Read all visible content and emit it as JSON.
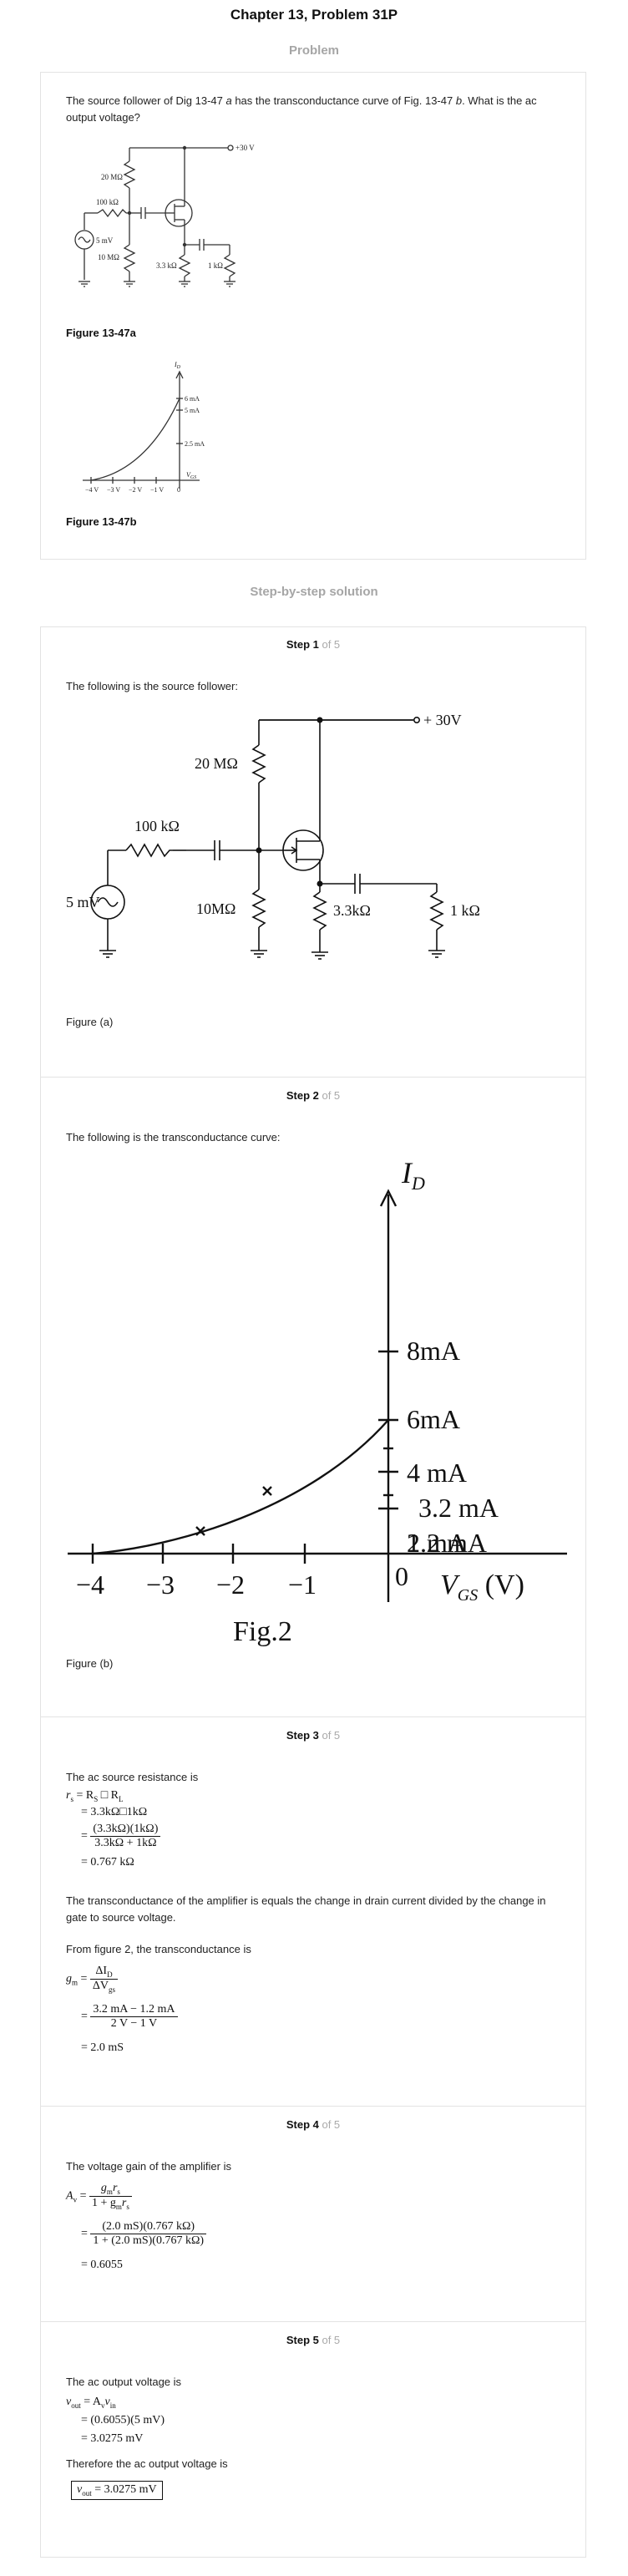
{
  "header": {
    "title": "Chapter 13, Problem 31P",
    "problem_label": "Problem"
  },
  "problem": {
    "text_parts": [
      "The source follower of Dig 13-47 ",
      "a",
      " has the transconductance curve of Fig. 13-47 ",
      "b",
      ". What is the ac output voltage?"
    ],
    "fig_a": {
      "caption": "Figure 13-47a",
      "labels": {
        "vdd": "+30 V",
        "r_top": "20 MΩ",
        "r_src": "100 kΩ",
        "r_bot": "10 MΩ",
        "vin": "5 mV",
        "r_s": "3.3 kΩ",
        "r_l": "1 kΩ"
      }
    },
    "fig_b": {
      "caption": "Figure 13-47b",
      "labels": {
        "id": "I",
        "id_sub": "D",
        "i1": "6 mA",
        "i2": "5 mA",
        "i3": "2.5 mA",
        "vgs": "V",
        "vgs_sub": "GS"
      },
      "ticks": [
        "−4 V",
        "−3 V",
        "−2 V",
        "−1 V",
        "0"
      ]
    }
  },
  "solution_label": "Step-by-step solution",
  "steps": [
    {
      "step": "Step 1",
      "of": " of 5",
      "text": "The following is the source follower:",
      "figure": {
        "vdd": "+ 30V",
        "r_top": "20 MΩ",
        "r_src": "100 kΩ",
        "vin": "5 mV",
        "r_bot": "10MΩ",
        "r_s": "3.3kΩ",
        "r_l": "1 kΩ"
      },
      "caption": "Figure (a)"
    },
    {
      "step": "Step 2",
      "of": " of 5",
      "text": "The following is the transconductance curve:",
      "figure": {
        "y_label": "I",
        "y_sub": "D",
        "current_labels": [
          "8mA",
          "6mA",
          "4 mA",
          "3.2 mA",
          "2 mA",
          "1.2 mA"
        ],
        "x_ticks": [
          "−4",
          "−3",
          "−2",
          "−1",
          "0"
        ],
        "x_label": "V",
        "x_sub": "GS",
        "x_unit": " (V)",
        "fig_title": "Fig.2"
      },
      "caption": "Figure (b)"
    },
    {
      "step": "Step 3",
      "of": " of 5",
      "text1": "The ac source resistance is",
      "eq1": {
        "lhs": "r",
        "lhs_sub": "s",
        "l1_rhs": " = R",
        "l1_s": "S",
        "l1_mid": " □ R",
        "l1_l": "L",
        "l2": "= 3.3kΩ□1kΩ",
        "l3_num": "(3.3kΩ)(1kΩ)",
        "l3_den": "3.3kΩ + 1kΩ",
        "l4": "= 0.767 kΩ"
      },
      "text2": "The transconductance of the amplifier is equals the change in drain current divided by the change in gate to source voltage.",
      "text3": "From figure 2, the transconductance is",
      "eq2": {
        "lhs": "g",
        "lhs_sub": "m",
        "l1_num": "ΔI",
        "l1_num_sub": "D",
        "l1_den": "ΔV",
        "l1_den_sub": "gs",
        "l2_num": "3.2 mA − 1.2 mA",
        "l2_den": "2 V − 1 V",
        "l3": "= 2.0  mS"
      }
    },
    {
      "step": "Step 4",
      "of": " of 5",
      "text1": "The voltage gain of the amplifier is",
      "eq": {
        "lhs": "A",
        "lhs_sub": "v",
        "l1_num": "g",
        "l1_num_sub": "m",
        "l1_num2": "r",
        "l1_num2_sub": "s",
        "l1_den": "1 + g",
        "l1_den_sub": "m",
        "l1_den2": "r",
        "l1_den2_sub": "s",
        "l2_num": "(2.0 mS)(0.767 kΩ)",
        "l2_den": "1 + (2.0 mS)(0.767 kΩ)",
        "l3": "= 0.6055"
      }
    },
    {
      "step": "Step 5",
      "of": " of 5",
      "text1": "The ac output voltage is",
      "eq": {
        "lhs": "v",
        "lhs_sub": "out",
        "l1_rhs": " = A",
        "l1_sub": "v",
        "l1_rhs2": "v",
        "l1_sub2": "in",
        "l2": "= (0.6055)(5 mV)",
        "l3": "= 3.0275 mV"
      },
      "text2": "Therefore the ac output voltage is",
      "answer": {
        "lhs": "v",
        "lhs_sub": "out",
        "rhs": " = 3.0275 mV"
      }
    }
  ]
}
